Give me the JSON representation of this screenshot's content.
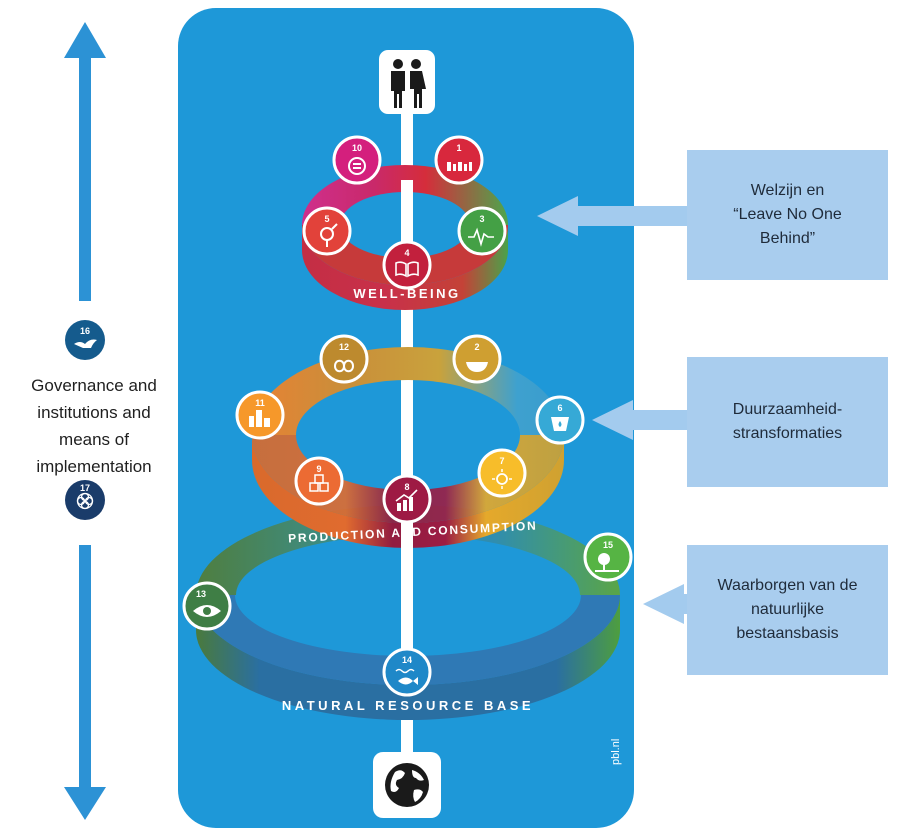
{
  "side_label": {
    "lines": [
      "Governance and",
      "institutions and",
      "means of",
      "implementation"
    ],
    "goal_top": "16",
    "goal_bottom": "17"
  },
  "rings": {
    "well_being": "WELL-BEING",
    "production": "PRODUCTION AND CONSUMPTION",
    "natural": "NATURAL RESOURCE BASE"
  },
  "goals": {
    "g1": "1",
    "g2": "2",
    "g3": "3",
    "g4": "4",
    "g5": "5",
    "g6": "6",
    "g7": "7",
    "g8": "8",
    "g9": "9",
    "g10": "10",
    "g11": "11",
    "g12": "12",
    "g13": "13",
    "g14": "14",
    "g15": "15"
  },
  "callouts": {
    "box1": [
      "Welzijn en",
      "“Leave No One",
      "Behind”"
    ],
    "box2": [
      "Duurzaamheid-",
      "stransformaties"
    ],
    "box3": [
      "Waarborgen van de",
      "natuurlijke",
      "bestaansbasis"
    ]
  },
  "credit": "pbl.nl",
  "icons": {
    "top": "people-icon",
    "bottom": "globe-icon"
  },
  "colors": {
    "panel": "#1e98d8",
    "arrow": "#2c92d5",
    "callout_bg": "#a9cdee",
    "callout_arrow": "#a3cbee",
    "goal1": "#d8283d",
    "goal2": "#cf9f31",
    "goal3": "#44a045",
    "goal4": "#c2203d",
    "goal5": "#e2423a",
    "goal6": "#36a9d6",
    "goal7": "#f7bd2a",
    "goal8": "#9e1a44",
    "goal9": "#ec6b33",
    "goal10": "#d41f7d",
    "goal11": "#f6982a",
    "goal12": "#bd8a2e",
    "goal13": "#3f7e45",
    "goal14": "#1f88c8",
    "goal15": "#56b444",
    "goal16": "#155b8d",
    "goal17": "#1a3c6a"
  }
}
